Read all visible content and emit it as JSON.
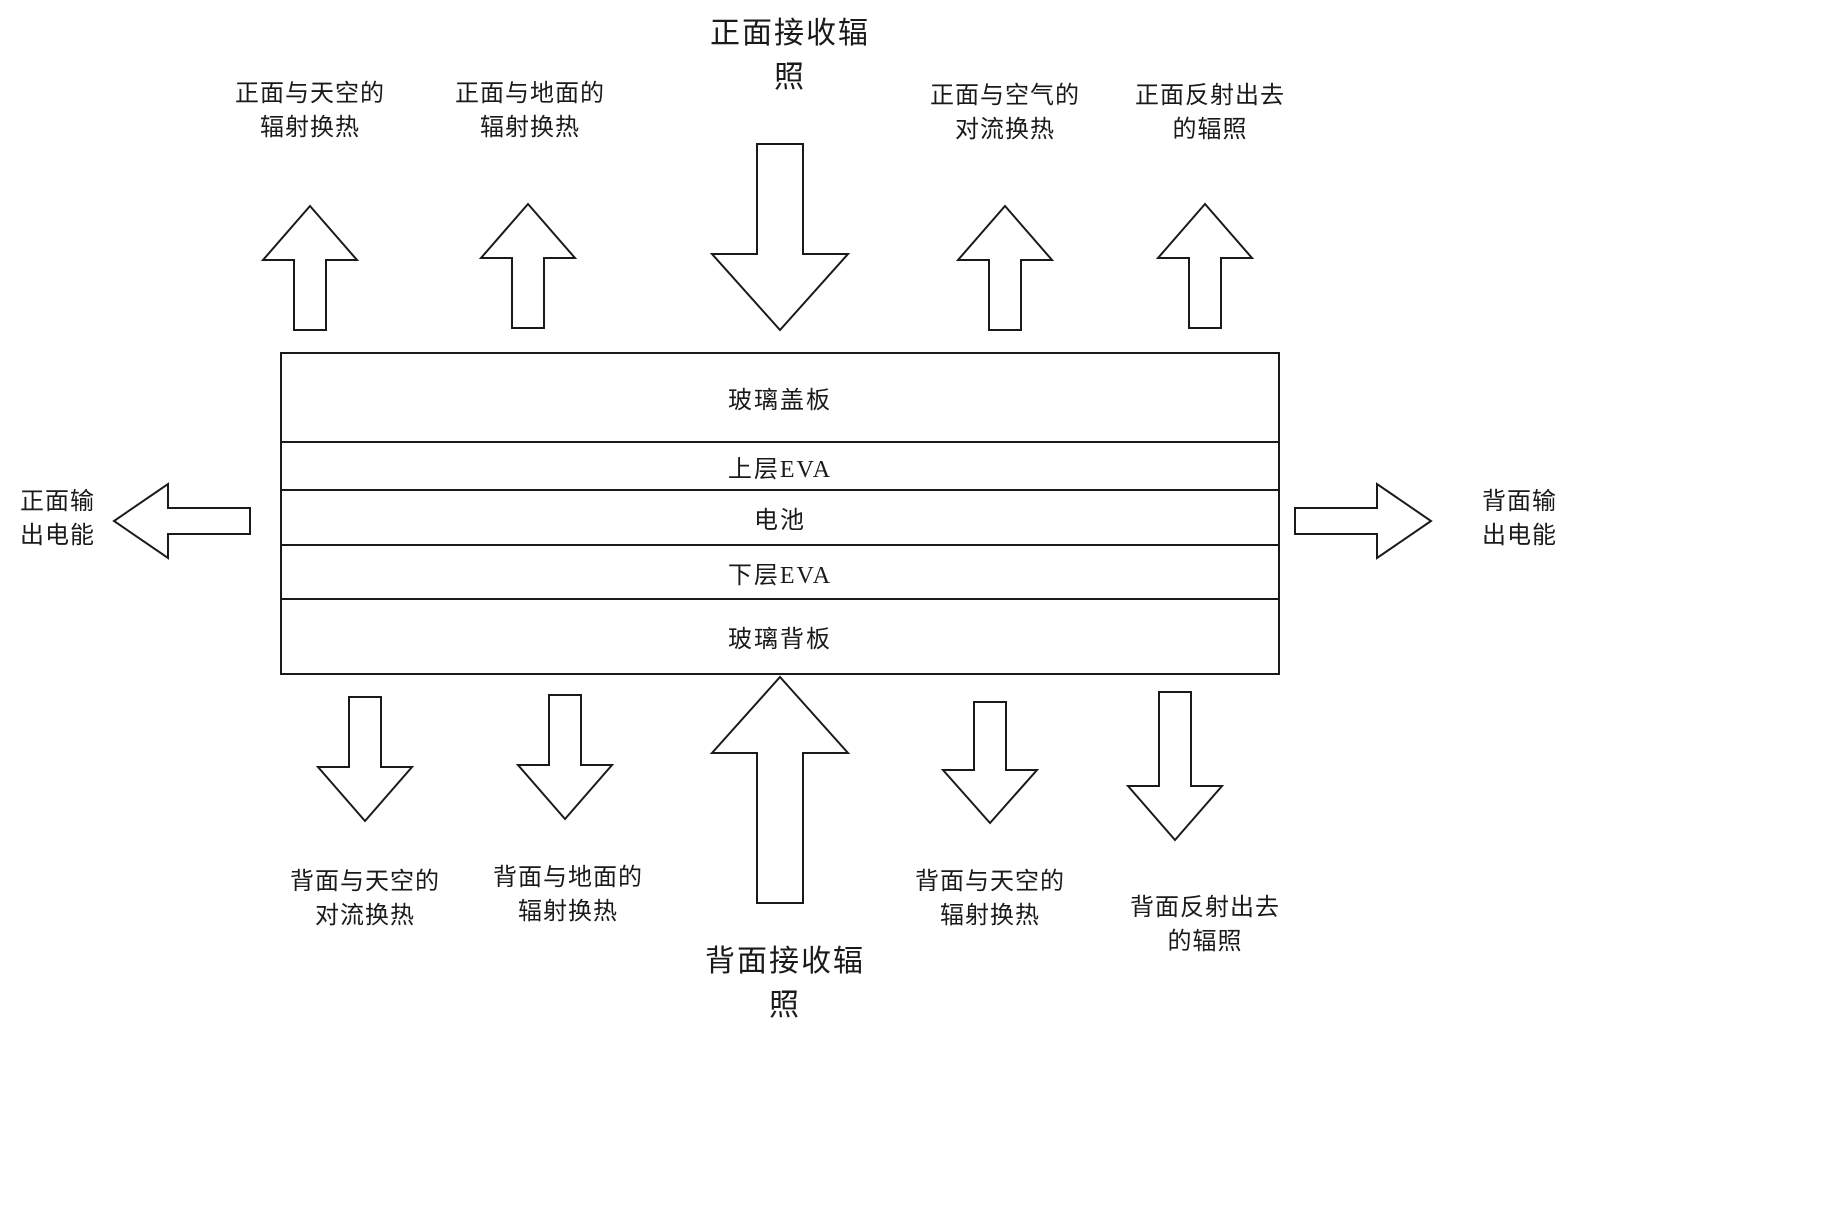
{
  "layers": [
    {
      "label": "玻璃盖板"
    },
    {
      "label": "上层EVA"
    },
    {
      "label": "电池"
    },
    {
      "label": "下层EVA"
    },
    {
      "label": "玻璃背板"
    }
  ],
  "top_flows": [
    {
      "line1": "正面与天空的",
      "line2": "辐射换热",
      "direction": "up"
    },
    {
      "line1": "正面与地面的",
      "line2": "辐射换热",
      "direction": "up"
    },
    {
      "line1": "正面接收辐",
      "line2": "照",
      "direction": "down"
    },
    {
      "line1": "正面与空气的",
      "line2": "对流换热",
      "direction": "up"
    },
    {
      "line1": "正面反射出去",
      "line2": "的辐照",
      "direction": "up"
    }
  ],
  "bottom_flows": [
    {
      "line1": "背面与天空的",
      "line2": "对流换热",
      "direction": "down"
    },
    {
      "line1": "背面与地面的",
      "line2": "辐射换热",
      "direction": "down"
    },
    {
      "line1": "背面接收辐",
      "line2": "照",
      "direction": "up"
    },
    {
      "line1": "背面与天空的",
      "line2": "辐射换热",
      "direction": "down"
    },
    {
      "line1": "背面反射出去",
      "line2": "的辐照",
      "direction": "down"
    }
  ],
  "left_output": {
    "line1": "正面输",
    "line2": "出电能",
    "direction": "left"
  },
  "right_output": {
    "line1": "背面输",
    "line2": "出电能",
    "direction": "right"
  },
  "colors": {
    "line": "#1a1a1a",
    "background": "#ffffff"
  }
}
